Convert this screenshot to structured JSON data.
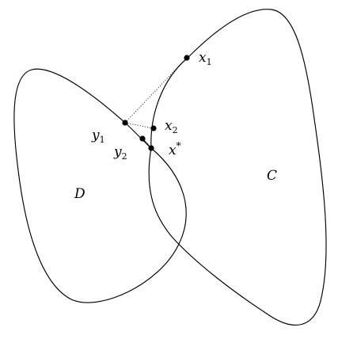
{
  "sets": {
    "C": "C",
    "D": "D"
  },
  "points": {
    "x1": {
      "base": "x",
      "sub": "1"
    },
    "x2": {
      "base": "x",
      "sub": "2"
    },
    "x_star": {
      "base": "x",
      "sup": "*"
    },
    "y1": {
      "base": "y",
      "sub": "1"
    },
    "y2": {
      "base": "y",
      "sub": "2"
    }
  },
  "colors": {
    "stroke": "#000000",
    "background": "#ffffff"
  }
}
